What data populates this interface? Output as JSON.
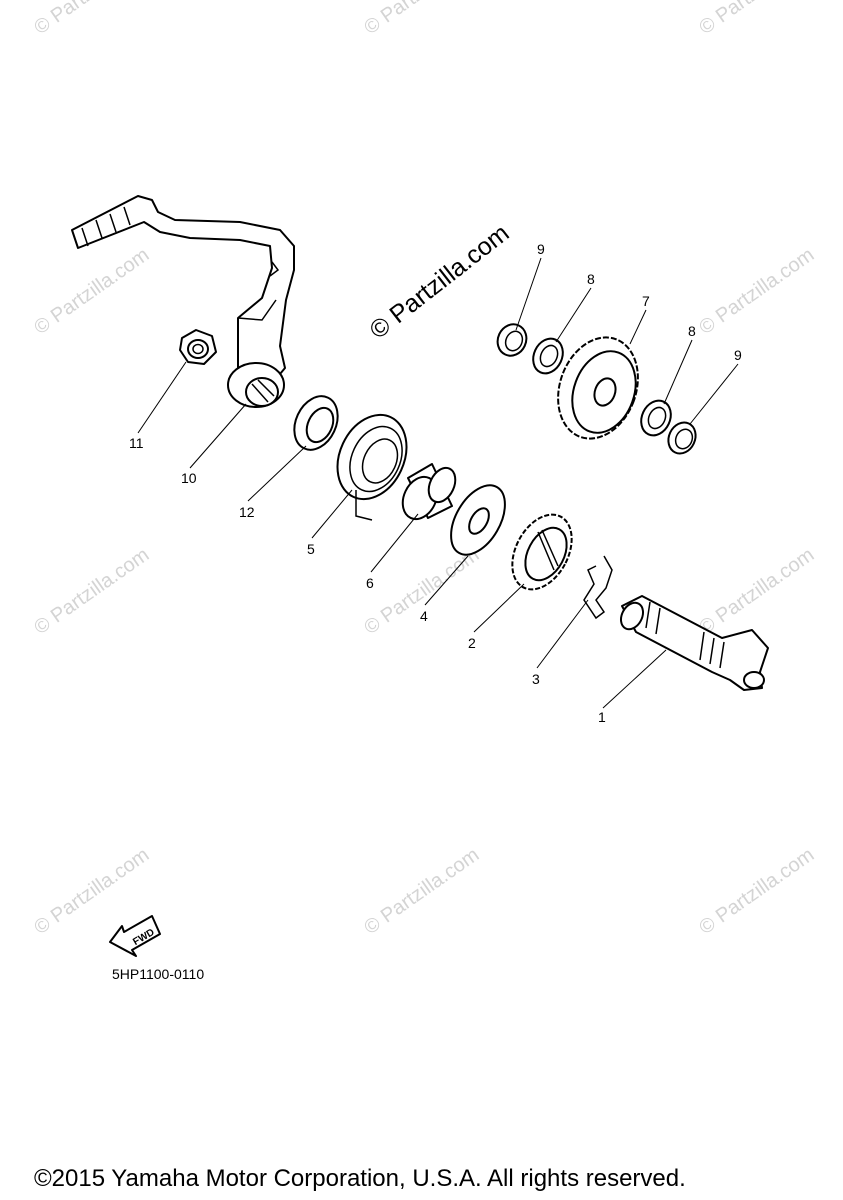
{
  "watermark": {
    "repeat_text": "© Partzilla.com",
    "main_text": "© Partzilla.com"
  },
  "callouts": [
    "1",
    "2",
    "3",
    "4",
    "5",
    "6",
    "7",
    "8",
    "8",
    "9",
    "9",
    "10",
    "11",
    "12"
  ],
  "fwd_label": "FWD",
  "diagram_code": "5HP1100-0110",
  "copyright": "©2015 Yamaha Motor Corporation, U.S.A. All rights reserved.",
  "colors": {
    "ink": "#000000",
    "watermark": "#d4d4d4",
    "background": "#ffffff"
  }
}
